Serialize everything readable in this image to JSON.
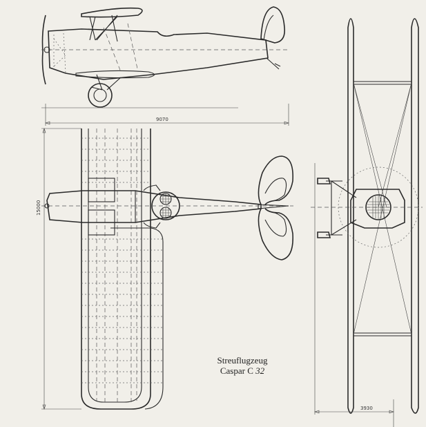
{
  "caption": {
    "line1": "Streuflugzeug",
    "line2_name": "Caspar",
    "line2_type": "C",
    "line2_number": "32"
  },
  "dimensions": {
    "length": "9070",
    "span": "15000",
    "track": "3930"
  }
}
